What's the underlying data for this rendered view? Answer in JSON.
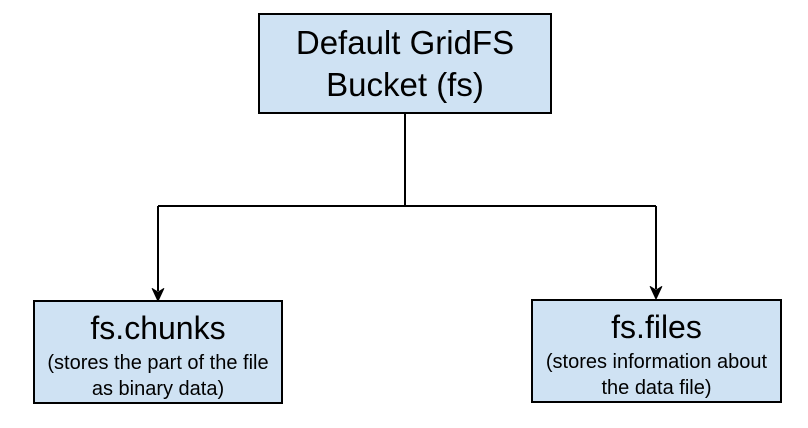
{
  "diagram": {
    "root": {
      "label": "Default GridFS Bucket (fs)"
    },
    "children": [
      {
        "name": "fs.chunks",
        "description": "(stores the part of the file as binary data)"
      },
      {
        "name": "fs.files",
        "description": "(stores information about the data file)"
      }
    ],
    "colors": {
      "box_fill": "#cfe2f3",
      "box_border": "#000000",
      "connector": "#000000",
      "background": "#ffffff",
      "text": "#000000"
    }
  }
}
